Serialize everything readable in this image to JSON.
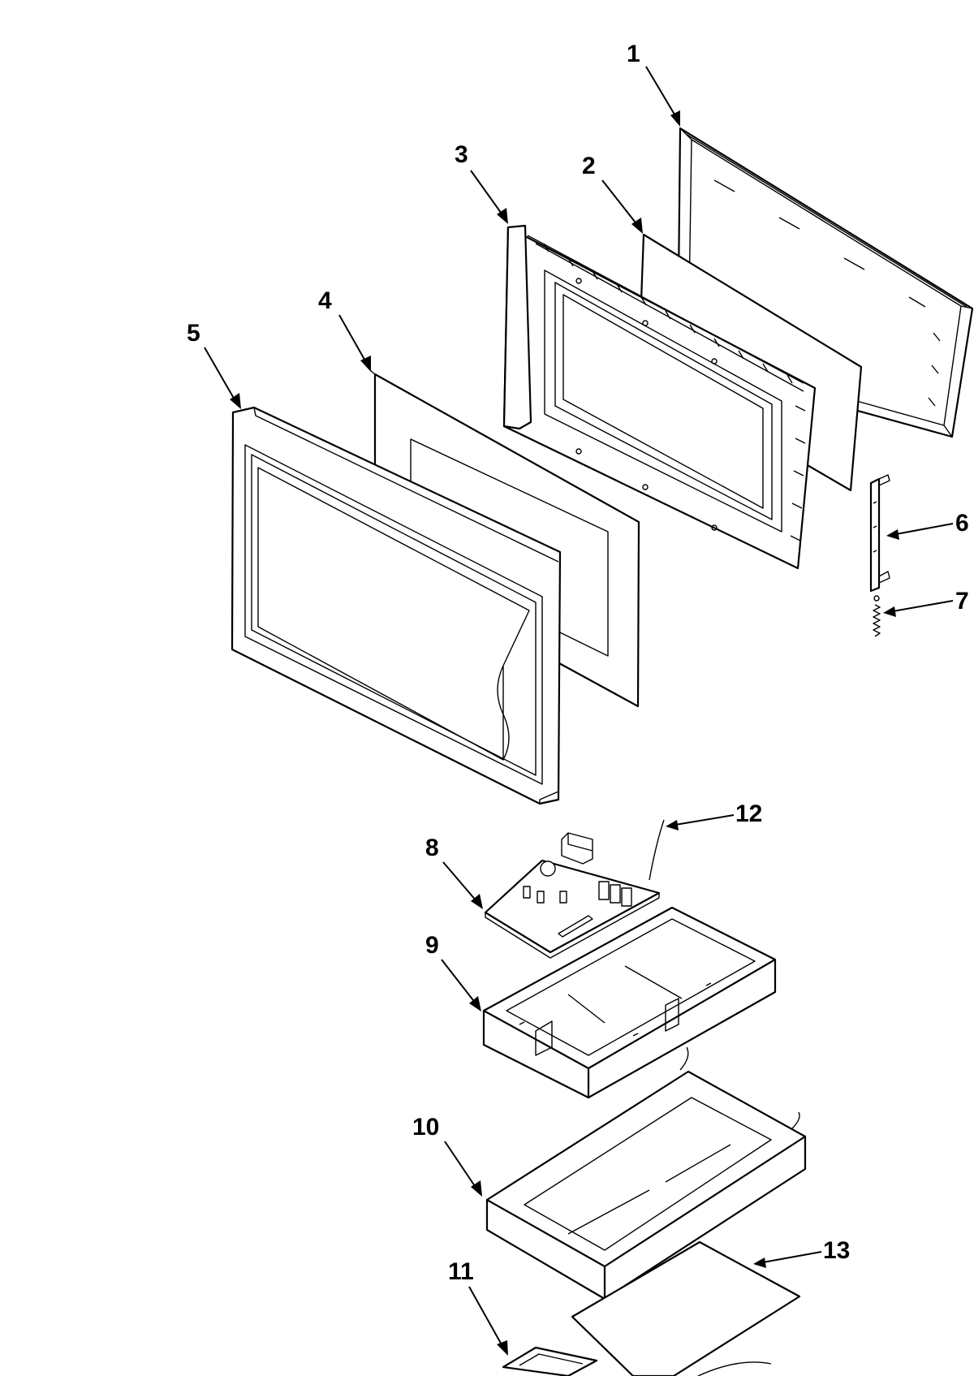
{
  "parts": [
    {
      "id": "part-1",
      "label": "1"
    },
    {
      "id": "part-2",
      "label": "2"
    },
    {
      "id": "part-3",
      "label": "3"
    },
    {
      "id": "part-4",
      "label": "4"
    },
    {
      "id": "part-5",
      "label": "5"
    },
    {
      "id": "part-6",
      "label": "6"
    },
    {
      "id": "part-7",
      "label": "7"
    },
    {
      "id": "part-8",
      "label": "8"
    },
    {
      "id": "part-9",
      "label": "9"
    },
    {
      "id": "part-10",
      "label": "10"
    },
    {
      "id": "part-11",
      "label": "11"
    },
    {
      "id": "part-12",
      "label": "12"
    },
    {
      "id": "part-13",
      "label": "13"
    }
  ]
}
